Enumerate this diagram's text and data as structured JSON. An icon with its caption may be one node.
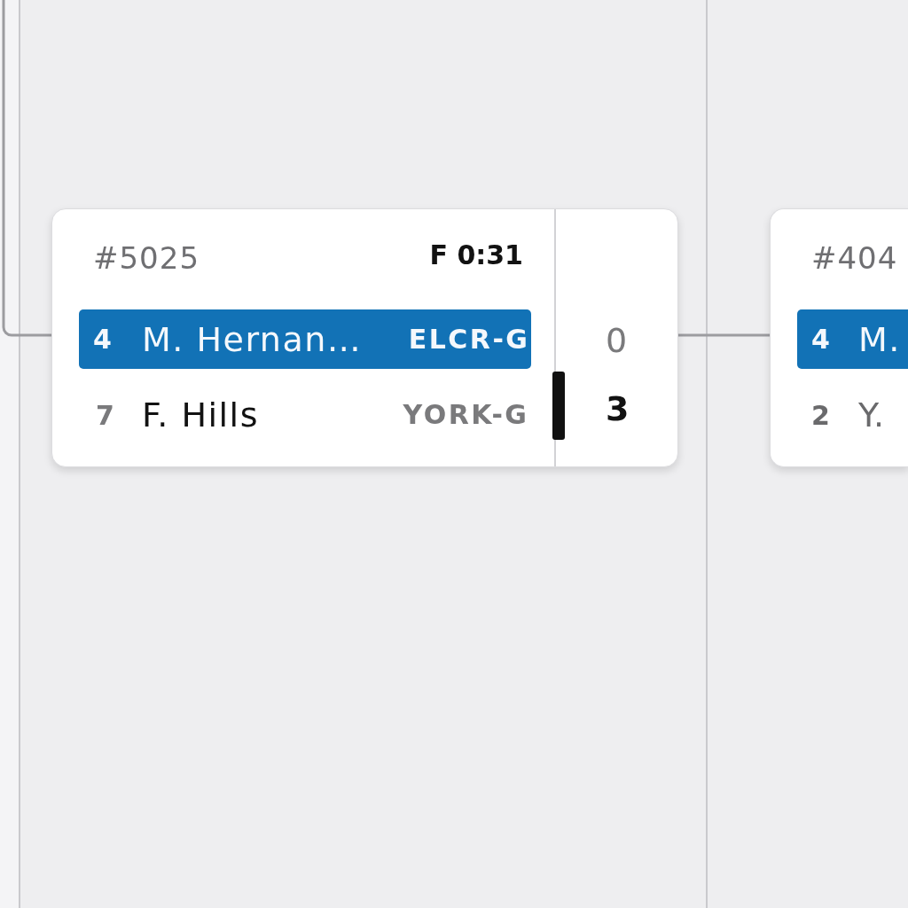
{
  "diagram": {
    "nodes": [
      {
        "text": [
          "#5025",
          "F 0:31",
          "7",
          "F. Hills",
          "YORK-G",
          "0",
          "3"
        ]
      },
      {
        "text": [
          "4",
          "M. Hernan…",
          "ELCR-G"
        ],
        "in": 0
      },
      {
        "text": [
          "#404",
          "2",
          "Y."
        ]
      },
      {
        "text": [
          "4",
          "M."
        ],
        "in": 2
      }
    ],
    "edges": [
      {
        "from": null,
        "to": 0,
        "arrow": "none"
      },
      {
        "from": 0,
        "to": 2,
        "arrow": "none"
      }
    ]
  }
}
